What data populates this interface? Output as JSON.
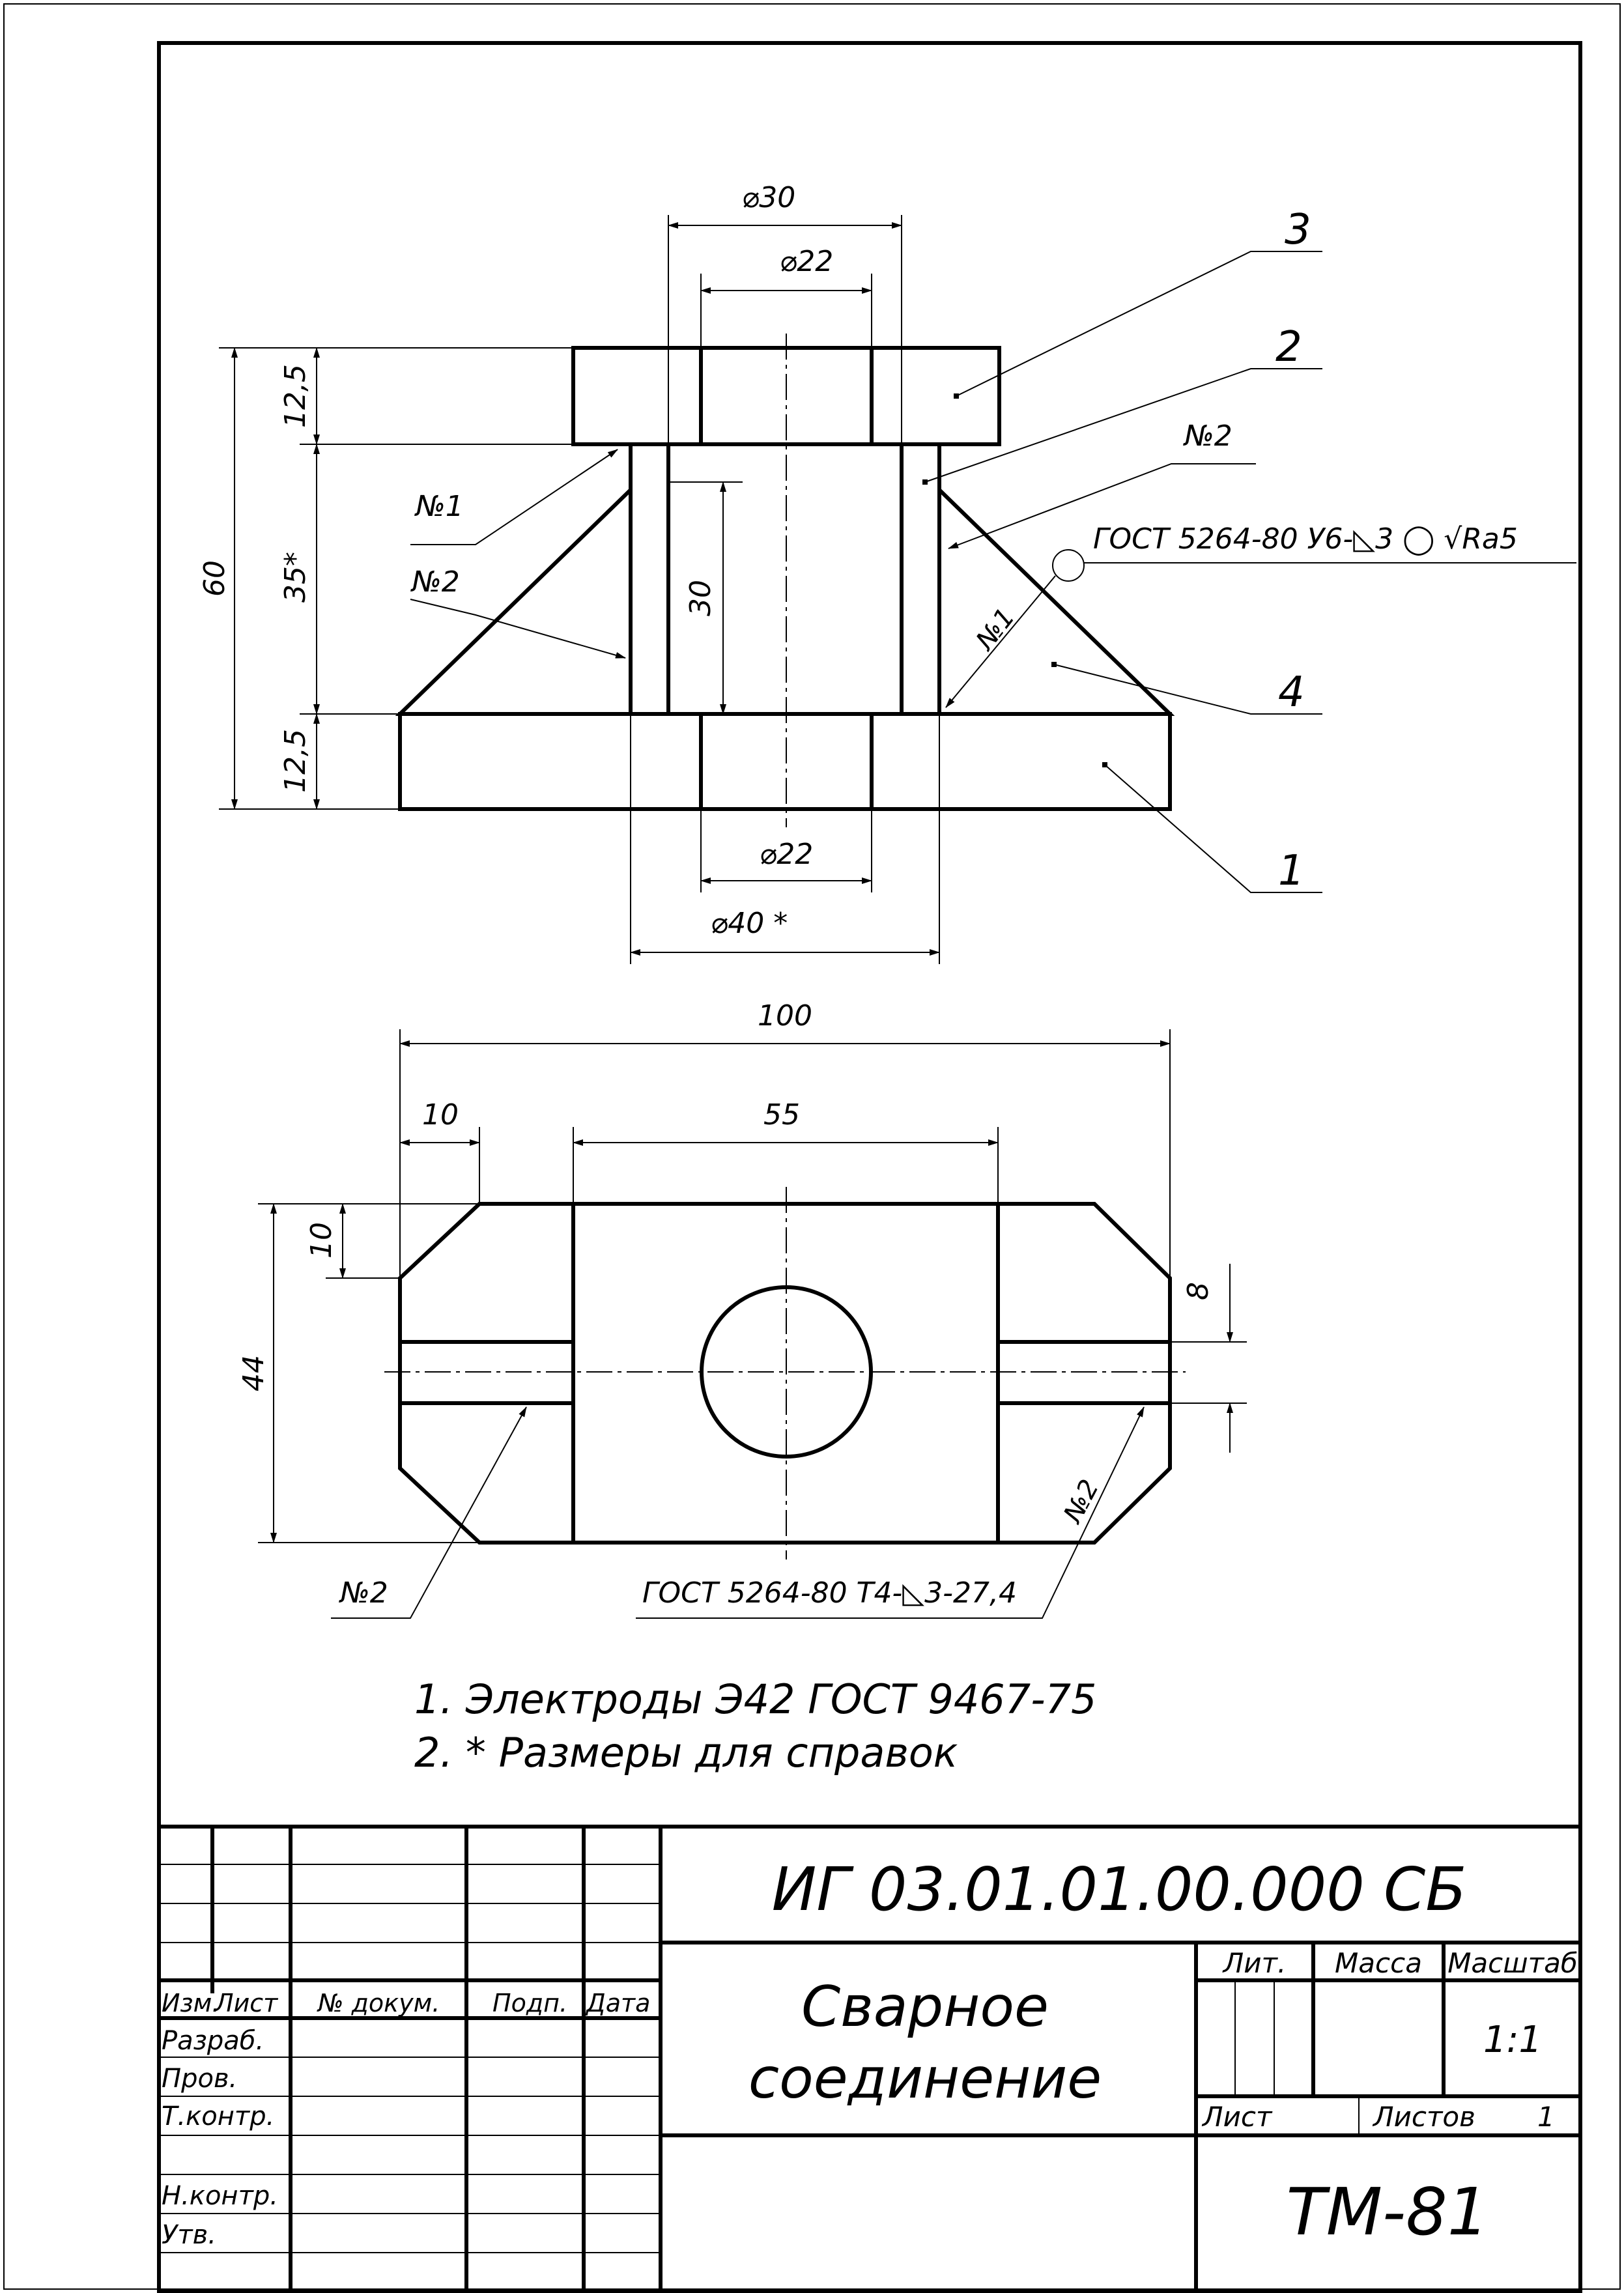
{
  "drawing": {
    "front_view": {
      "dims": {
        "d30": "⌀30",
        "d22_top": "⌀22",
        "h12_5_top": "12,5",
        "h35": "35*",
        "h60": "60",
        "h30": "30",
        "h12_5_bot": "12,5",
        "d22_bot": "⌀22",
        "d40": "⌀40 *"
      },
      "weld_labels": {
        "n1_left": "№1",
        "n2_left": "№2",
        "n2_right": "№2",
        "n1_right": "№1"
      },
      "weld_symbol": "ГОСТ 5264-80 У6-◺3 ◯ √Ra5",
      "positions": {
        "p1": "1",
        "p2": "2",
        "p3": "3",
        "p4": "4"
      }
    },
    "top_view": {
      "dims": {
        "w100": "100",
        "w10": "10",
        "w55": "55",
        "h10": "10",
        "h44": "44",
        "h8": "8"
      },
      "weld_labels": {
        "n2_left": "№2",
        "n2_right": "№2"
      },
      "weld_symbol": "ГОСТ 5264-80 Т4-◺3-27,4"
    },
    "notes": [
      "1.  Электроды Э42 ГОСТ 9467-75",
      "2.   * Размеры для справок"
    ]
  },
  "title_block": {
    "designation": "ИГ 03.01.01.00.000 СБ",
    "name_line1": "Сварное",
    "name_line2": "соединение",
    "headers": {
      "izm": "Изм.",
      "list": "Лист",
      "doc_num": "№ докум.",
      "podp": "Подп.",
      "data": "Дата",
      "lit": "Лит.",
      "massa": "Масса",
      "masshtab": "Масштаб"
    },
    "rows": {
      "razrab": "Разраб.",
      "prov": "Пров.",
      "tkontr": "Т.контр.",
      "nkontr": "Н.контр.",
      "utv": "Утв."
    },
    "scale": "1:1",
    "sheet_label": "Лист",
    "sheets_label": "Листов",
    "sheets_count": "1",
    "org": "ТМ-81"
  }
}
